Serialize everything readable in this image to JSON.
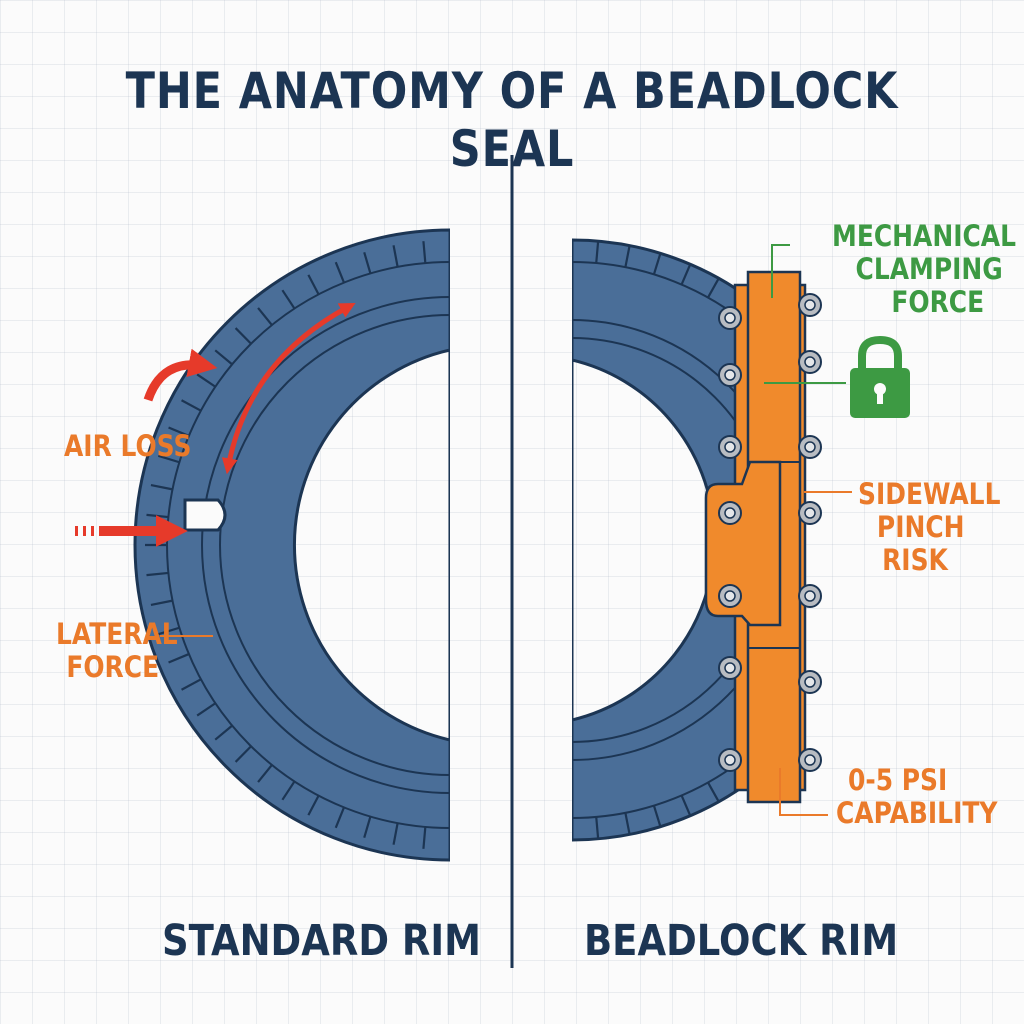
{
  "title": "THE ANATOMY OF A BEADLOCK SEAL",
  "left_panel": {
    "caption": "STANDARD RIM",
    "labels": {
      "air_loss": "AIR LOSS",
      "lateral_force": [
        "LATERAL",
        "FORCE"
      ]
    }
  },
  "right_panel": {
    "caption": "BEADLOCK RIM",
    "labels": {
      "clamping": [
        "MECHANICAL",
        "CLAMPING",
        "FORCE"
      ],
      "pinch": [
        "SIDEWALL",
        "PINCH",
        "RISK"
      ],
      "psi": [
        "0-5 PSI",
        "CAPABILITY"
      ]
    }
  },
  "colors": {
    "tire": "#4a6e98",
    "outline": "#1c3553",
    "arrow_red": "#e63a2a",
    "beadlock_orange": "#f08a2c",
    "label_orange": "#ea7a2a",
    "label_green": "#3d9a43",
    "lock_green": "#3d9a43",
    "bolt": "#b8bcc2"
  },
  "icons": [
    "padlock-icon",
    "curved-arrow-icon",
    "double-headed-arrow-icon",
    "straight-arrow-icon",
    "bolt-icon"
  ]
}
